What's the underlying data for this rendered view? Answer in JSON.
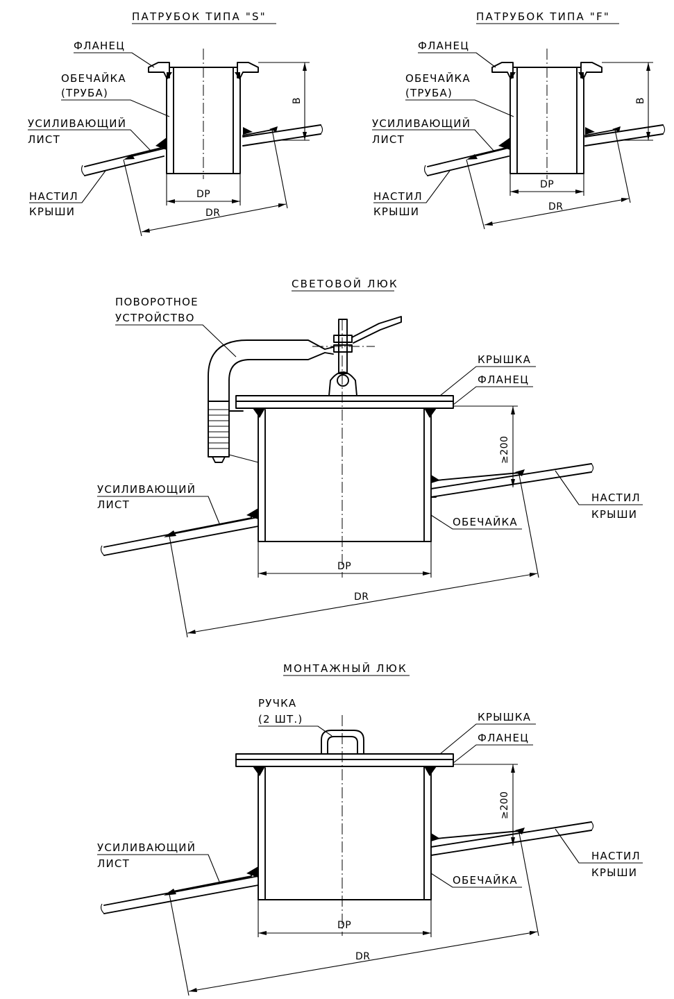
{
  "nozzle_s": {
    "title": "ПАТРУБОК ТИПА \"S\"",
    "flange": "ФЛАНЕЦ",
    "shell_1": "ОБЕЧАЙКА",
    "shell_2": "(ТРУБА)",
    "reinforce_1": "УСИЛИВАЮЩИЙ",
    "reinforce_2": "ЛИСТ",
    "roof_1": "НАСТИЛ",
    "roof_2": "КРЫШИ",
    "dim_b": "B",
    "dp_main": "D",
    "dp_sub": "P",
    "dr_main": "D",
    "dr_sub": "R"
  },
  "nozzle_f": {
    "title": "ПАТРУБОК ТИПА \"F\"",
    "flange": "ФЛАНЕЦ",
    "shell_1": "ОБЕЧАЙКА",
    "shell_2": "(ТРУБА)",
    "reinforce_1": "УСИЛИВАЮЩИЙ",
    "reinforce_2": "ЛИСТ",
    "roof_1": "НАСТИЛ",
    "roof_2": "КРЫШИ",
    "dim_b": "B",
    "dp_main": "D",
    "dp_sub": "P",
    "dr_main": "D",
    "dr_sub": "R"
  },
  "skylight": {
    "title": "СВЕТОВОЙ ЛЮК",
    "swivel_1": "ПОВОРОТНОЕ",
    "swivel_2": "УСТРОЙСТВО",
    "cover": "КРЫШКА",
    "flange": "ФЛАНЕЦ",
    "height": "≥200",
    "reinforce_1": "УСИЛИВАЮЩИЙ",
    "reinforce_2": "ЛИСТ",
    "roof_1": "НАСТИЛ",
    "roof_2": "КРЫШИ",
    "shell": "ОБЕЧАЙКА",
    "dp_main": "D",
    "dp_sub": "P",
    "dr_main": "D",
    "dr_sub": "R"
  },
  "manhole": {
    "title": "МОНТАЖНЫЙ ЛЮК",
    "handle_1": "РУЧКА",
    "handle_2": "(2 ШТ.)",
    "cover": "КРЫШКА",
    "flange": "ФЛАНЕЦ",
    "height": "≥200",
    "reinforce_1": "УСИЛИВАЮЩИЙ",
    "reinforce_2": "ЛИСТ",
    "roof_1": "НАСТИЛ",
    "roof_2": "КРЫШИ",
    "shell": "ОБЕЧАЙКА",
    "dp_main": "D",
    "dp_sub": "P",
    "dr_main": "D",
    "dr_sub": "R"
  }
}
